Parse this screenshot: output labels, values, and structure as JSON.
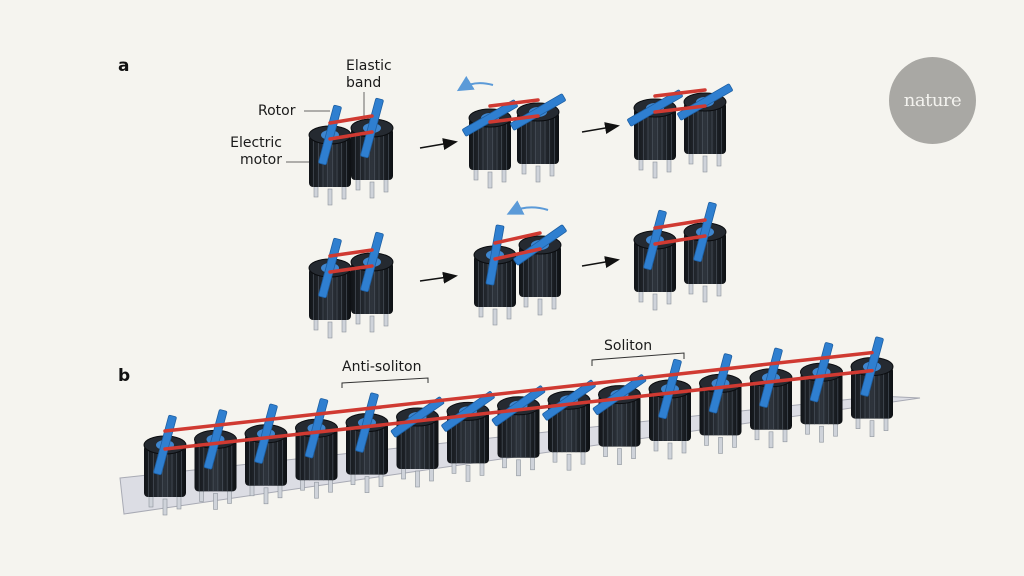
{
  "figure": {
    "publisher_logo": "nature",
    "panels": [
      {
        "label": "a",
        "annotations": {
          "elastic_band": "Elastic\nband",
          "rotor": "Rotor",
          "electric_motor": "Electric\nmotor"
        },
        "rows": [
          {
            "name": "top-sequence",
            "steps": 3,
            "rotation_arrow": "counterclockwise"
          },
          {
            "name": "bottom-sequence",
            "steps": 3,
            "rotation_arrow": "counterclockwise"
          }
        ]
      },
      {
        "label": "b",
        "annotations": {
          "anti_soliton": "Anti-soliton",
          "soliton": "Soliton"
        },
        "motor_count": 15
      }
    ],
    "colors": {
      "background": "#f5f4ef",
      "rotor": "#2f7fd0",
      "elastic_band": "#d03a32",
      "motor_body": "#1c2026",
      "base_plate": "#dcdde4",
      "arrow": "#111111",
      "rotation_arrow": "#5b9ad8",
      "logo_circle": "#a9a8a4"
    }
  }
}
